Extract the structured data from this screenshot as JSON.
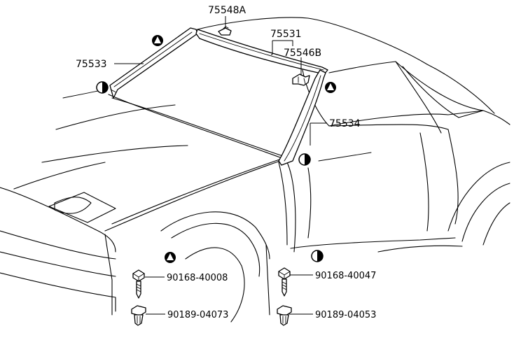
{
  "parts": {
    "p75548A": "75548A",
    "p75531": "75531",
    "p75546B": "75546B",
    "p75533": "75533",
    "p75534": "75534"
  },
  "fasteners": {
    "left_screw": "90168-40008",
    "right_screw": "90168-40047",
    "left_clip": "90189-04073",
    "right_clip": "90189-04053"
  },
  "symbols": {
    "triangle_marker": "triangle-in-circle-icon",
    "half_circle_marker": "half-filled-circle-icon"
  }
}
